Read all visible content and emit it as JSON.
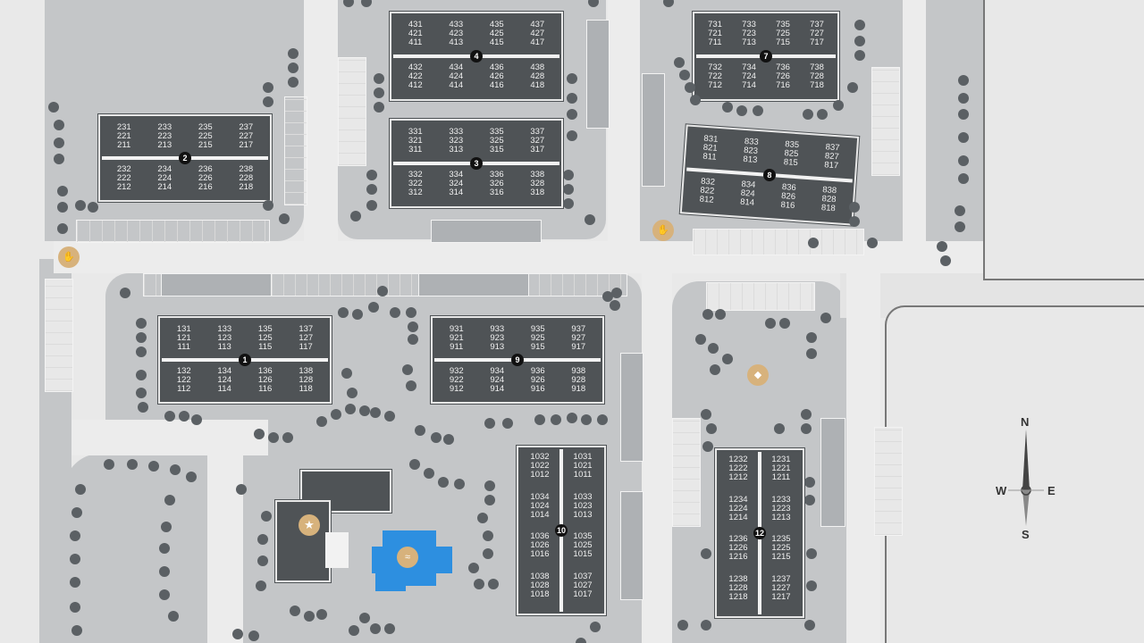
{
  "compass": {
    "n": "N",
    "s": "S",
    "e": "E",
    "w": "W"
  },
  "colors": {
    "building": "#4f5356",
    "lot": "#c4c6c8",
    "road": "#ececec",
    "amenity": "#d7b27c",
    "pool": "#2d8fe0"
  },
  "icons": [
    "amenity-star-icon",
    "pool-swim-icon",
    "dog-park-icon",
    "trash-hand-icon"
  ],
  "buildings": [
    {
      "id": "4",
      "units": [
        [
          "431",
          "421",
          "411"
        ],
        [
          "433",
          "423",
          "413"
        ],
        [
          "435",
          "425",
          "415"
        ],
        [
          "437",
          "427",
          "417"
        ],
        [
          "432",
          "422",
          "412"
        ],
        [
          "434",
          "424",
          "414"
        ],
        [
          "436",
          "426",
          "416"
        ],
        [
          "438",
          "428",
          "418"
        ]
      ]
    },
    {
      "id": "3",
      "units": [
        [
          "331",
          "321",
          "311"
        ],
        [
          "333",
          "323",
          "313"
        ],
        [
          "335",
          "325",
          "315"
        ],
        [
          "337",
          "327",
          "317"
        ],
        [
          "332",
          "322",
          "312"
        ],
        [
          "334",
          "324",
          "314"
        ],
        [
          "336",
          "326",
          "316"
        ],
        [
          "338",
          "328",
          "318"
        ]
      ]
    },
    {
      "id": "2",
      "units": [
        [
          "231",
          "221",
          "211"
        ],
        [
          "233",
          "223",
          "213"
        ],
        [
          "235",
          "225",
          "215"
        ],
        [
          "237",
          "227",
          "217"
        ],
        [
          "232",
          "222",
          "212"
        ],
        [
          "234",
          "224",
          "214"
        ],
        [
          "236",
          "226",
          "216"
        ],
        [
          "238",
          "228",
          "218"
        ]
      ]
    },
    {
      "id": "7",
      "units": [
        [
          "731",
          "721",
          "711"
        ],
        [
          "733",
          "723",
          "713"
        ],
        [
          "735",
          "725",
          "715"
        ],
        [
          "737",
          "727",
          "717"
        ],
        [
          "732",
          "722",
          "712"
        ],
        [
          "734",
          "724",
          "714"
        ],
        [
          "736",
          "726",
          "716"
        ],
        [
          "738",
          "728",
          "718"
        ]
      ]
    },
    {
      "id": "8",
      "units": [
        [
          "831",
          "821",
          "811"
        ],
        [
          "833",
          "823",
          "813"
        ],
        [
          "835",
          "825",
          "815"
        ],
        [
          "837",
          "827",
          "817"
        ],
        [
          "832",
          "822",
          "812"
        ],
        [
          "834",
          "824",
          "814"
        ],
        [
          "836",
          "826",
          "816"
        ],
        [
          "838",
          "828",
          "818"
        ]
      ]
    },
    {
      "id": "1",
      "units": [
        [
          "131",
          "121",
          "111"
        ],
        [
          "133",
          "123",
          "113"
        ],
        [
          "135",
          "125",
          "115"
        ],
        [
          "137",
          "127",
          "117"
        ],
        [
          "132",
          "122",
          "112"
        ],
        [
          "134",
          "124",
          "114"
        ],
        [
          "136",
          "126",
          "116"
        ],
        [
          "138",
          "128",
          "118"
        ]
      ]
    },
    {
      "id": "9",
      "units": [
        [
          "931",
          "921",
          "911"
        ],
        [
          "933",
          "923",
          "913"
        ],
        [
          "935",
          "925",
          "915"
        ],
        [
          "937",
          "927",
          "917"
        ],
        [
          "932",
          "922",
          "912"
        ],
        [
          "934",
          "924",
          "914"
        ],
        [
          "936",
          "926",
          "916"
        ],
        [
          "938",
          "928",
          "918"
        ]
      ]
    },
    {
      "id": "10",
      "units": [
        [
          "1032",
          "1022",
          "1012"
        ],
        [
          "1031",
          "1021",
          "1011"
        ],
        [
          "1034",
          "1024",
          "1014"
        ],
        [
          "1033",
          "1023",
          "1013"
        ],
        [
          "1036",
          "1026",
          "1016"
        ],
        [
          "1035",
          "1025",
          "1015"
        ],
        [
          "1038",
          "1028",
          "1018"
        ],
        [
          "1037",
          "1027",
          "1017"
        ]
      ]
    },
    {
      "id": "12",
      "units": [
        [
          "1232",
          "1222",
          "1212"
        ],
        [
          "1231",
          "1221",
          "1211"
        ],
        [
          "1234",
          "1224",
          "1214"
        ],
        [
          "1233",
          "1223",
          "1213"
        ],
        [
          "1236",
          "1226",
          "1216"
        ],
        [
          "1235",
          "1225",
          "1215"
        ],
        [
          "1238",
          "1228",
          "1218"
        ],
        [
          "1237",
          "1227",
          "1217"
        ]
      ]
    }
  ]
}
